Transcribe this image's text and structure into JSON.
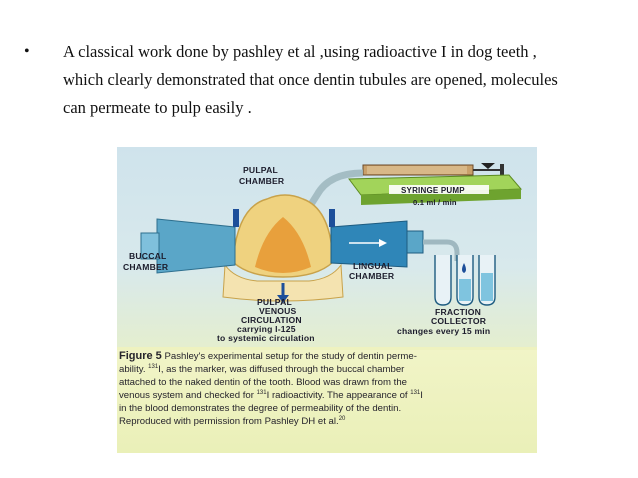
{
  "slide": {
    "bullet_lines": [
      "A classical work done by pashley et al ,using radioactive I in dog teeth ,",
      "which clearly demonstrated that once dentin tubules are opened, molecules",
      "can permeate to pulp easily ."
    ]
  },
  "diagram": {
    "labels": {
      "pulpal_chamber": [
        "PULPAL",
        "CHAMBER"
      ],
      "syringe_pump": "SYRINGE PUMP",
      "flow_rate": "0.1 ml / min",
      "buccal_chamber": [
        "BUCCAL",
        "CHAMBER"
      ],
      "lingual_chamber": [
        "LINGUAL",
        "CHAMBER"
      ],
      "venous": [
        "PULPAL",
        "VENOUS",
        "CIRCULATION",
        "carrying I-125",
        "to systemic circulation"
      ],
      "fraction_collector": [
        "FRACTION",
        "COLLECTOR",
        "changes every 15 min"
      ]
    },
    "colors": {
      "tooth_dentin": "#efd27f",
      "pulp": "#e8a03c",
      "buccal_chamber": "#5aa6c8",
      "lingual_chamber": "#2f86b8",
      "syringe_pump": "#8ec63f",
      "collector_tube": "#7fc4df"
    }
  },
  "caption": {
    "figure_label": "Figure 5",
    "lines": [
      " Pashley's experimental setup for the study of dentin perme-",
      "ability. ",
      "attached to the naked dentin of the tooth. Blood was drawn from the",
      "venous system and checked for ",
      "in the blood demonstrates the degree of permeability of the dentin.",
      "Reproduced with permission from Pashley DH et al."
    ],
    "line2_rest": "I, as the marker, was diffused through the buccal chamber",
    "line4_rest": "I radioactivity. The appearance of ",
    "isotope_mass": "131",
    "isotope_suffix": "I",
    "ref_number": "20"
  }
}
